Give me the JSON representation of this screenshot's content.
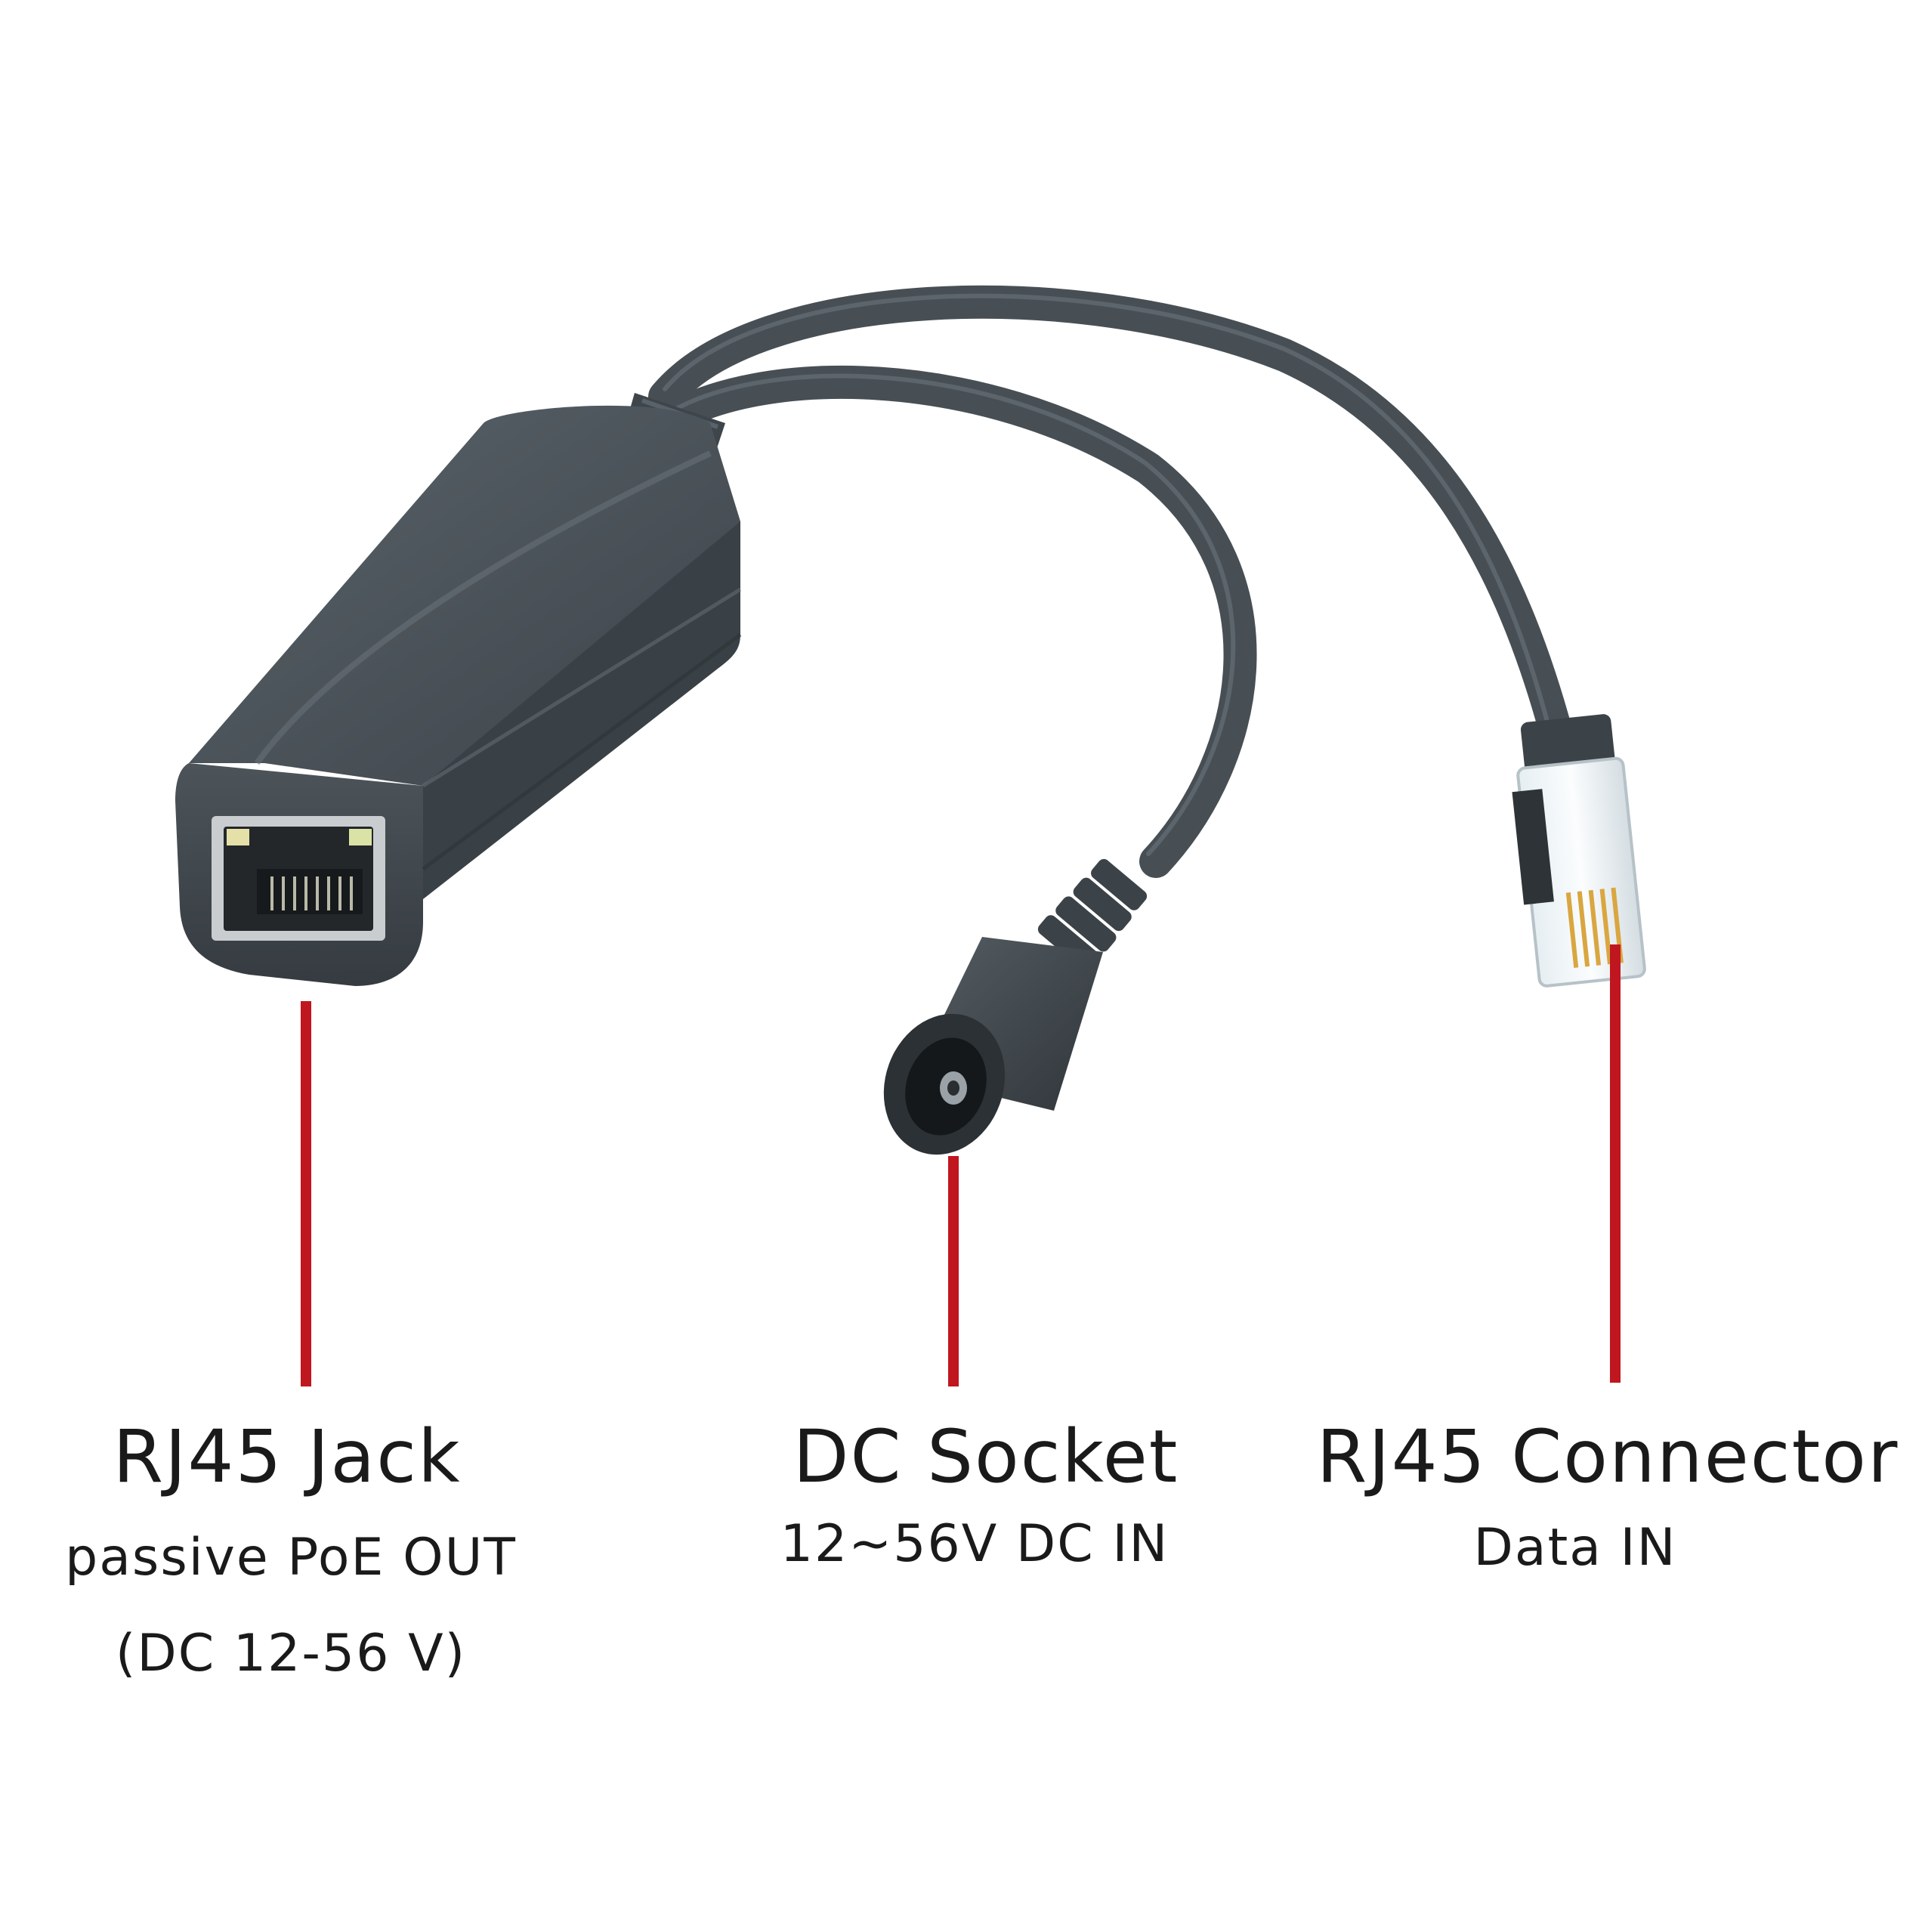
{
  "colors": {
    "background": "#ffffff",
    "housing": "#454d53",
    "cable": "#474f55",
    "callout_line": "#c0161f",
    "text": "#1a1a1a"
  },
  "callouts": [
    {
      "id": "rj45-jack",
      "title": "RJ45 Jack",
      "lines": [
        "passive PoE OUT",
        "(DC 12-56 V)"
      ]
    },
    {
      "id": "dc-socket",
      "title": "DC Socket",
      "lines": [
        "12~56V DC IN"
      ]
    },
    {
      "id": "rj45-connector",
      "title": "RJ45 Connector",
      "lines": [
        "Data IN"
      ]
    }
  ]
}
